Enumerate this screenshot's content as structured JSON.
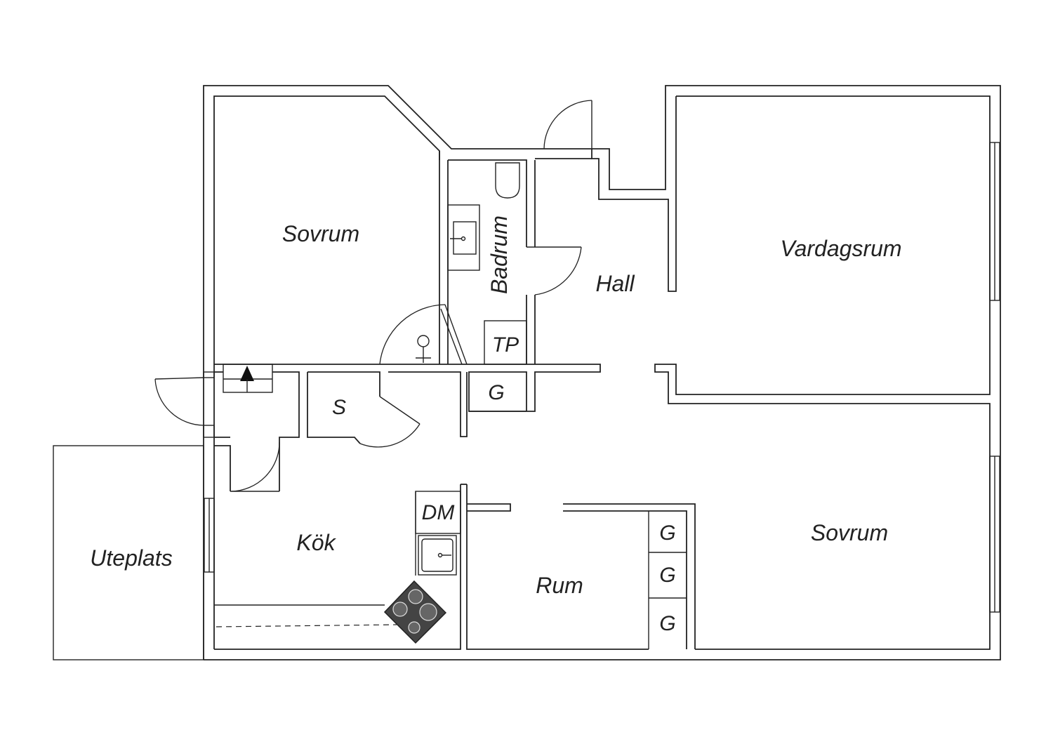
{
  "rooms": {
    "sovrum_1": "Sovrum",
    "badrum": "Badrum",
    "hall": "Hall",
    "vardagsrum": "Vardagsrum",
    "tp": "TP",
    "g_hall": "G",
    "s": "S",
    "kok": "Kök",
    "dm": "DM",
    "uteplats": "Uteplats",
    "rum": "Rum",
    "g_1": "G",
    "g_2": "G",
    "g_3": "G",
    "sovrum_2": "Sovrum"
  },
  "colors": {
    "line": "#222222",
    "background": "#ffffff",
    "stove": "#444444"
  }
}
